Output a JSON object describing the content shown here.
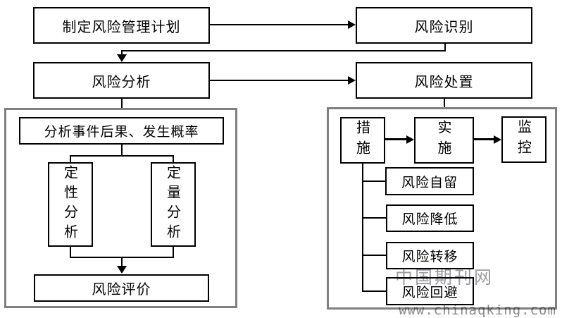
{
  "nodes": {
    "plan": {
      "label": "制定风险管理计划"
    },
    "identify": {
      "label": "风险识别"
    },
    "analyze": {
      "label": "风险分析"
    },
    "treat": {
      "label": "风险处置"
    },
    "consequence": {
      "label": "分析事件后果、发生概率"
    },
    "qualitative": {
      "label": "定性分析"
    },
    "quantitative": {
      "label": "定量分析"
    },
    "evaluate": {
      "label": "风险评价"
    },
    "measures": {
      "label": "措施"
    },
    "implement": {
      "label": "实施"
    },
    "monitor": {
      "label": "监控"
    },
    "retain": {
      "label": "风险自留"
    },
    "reduce": {
      "label": "风险降低"
    },
    "transfer": {
      "label": "风险转移"
    },
    "avoid": {
      "label": "风险回避"
    }
  },
  "watermark": {
    "site_name": "中国期刊网",
    "site_url": "www.chinaqking.com"
  },
  "colors": {
    "box_border": "#000000",
    "container_border": "#808080",
    "watermark_gray": "#8a8a92",
    "background": "#ffffff"
  }
}
